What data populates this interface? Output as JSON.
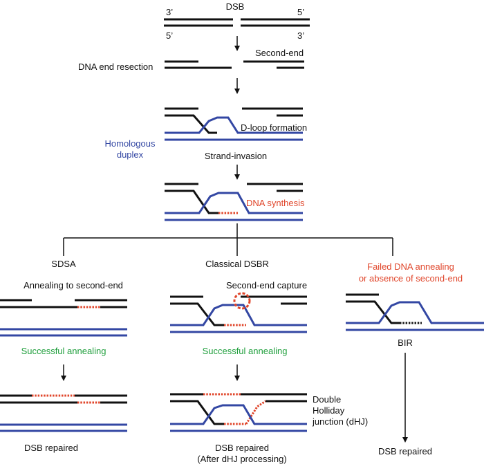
{
  "colors": {
    "dna_black": "#111111",
    "dna_blue": "#3347a3",
    "synthesis_red": "#e0452a",
    "success_green": "#1e9e3b"
  },
  "top": {
    "dsb": "DSB",
    "end_3_left": "3’",
    "end_5_right": "5’",
    "end_5_left": "5’",
    "end_3_right": "3’",
    "resection": "DNA end resection",
    "second_end": "Second-end",
    "dloop": "D-loop formation",
    "homologous_line1": "Homologous",
    "homologous_line2": "duplex",
    "strand_invasion": "Strand-invasion",
    "dna_synthesis": "DNA synthesis"
  },
  "sdsa": {
    "title": "SDSA",
    "annealing": "Annealing to second-end",
    "success": "Successful annealing",
    "repaired": "DSB repaired"
  },
  "dsbr": {
    "title": "Classical DSBR",
    "capture": "Second-end capture",
    "success": "Successful annealing",
    "dhj_line1": "Double",
    "dhj_line2": "Holliday",
    "dhj_line3": "junction (dHJ)",
    "repaired_line1": "DSB repaired",
    "repaired_line2": "(After dHJ processing)"
  },
  "bir": {
    "failed_line1": "Failed DNA annealing",
    "failed_line2": "or absence of second-end",
    "title": "BIR",
    "repaired": "DSB repaired"
  }
}
